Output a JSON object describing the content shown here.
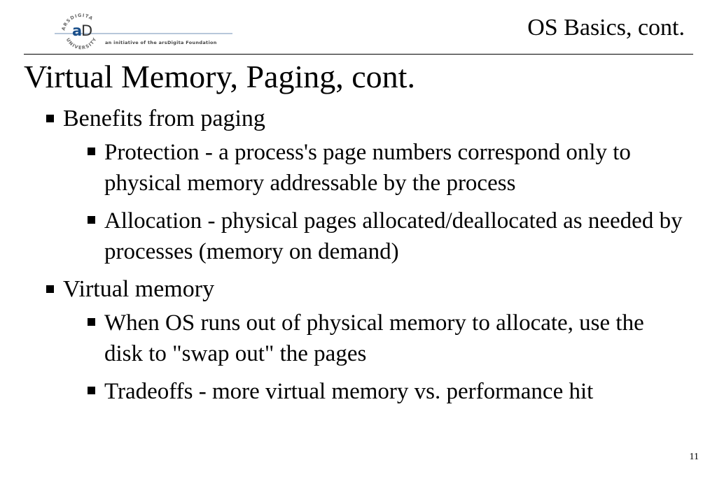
{
  "logo": {
    "mark_a": "a",
    "mark_d": "D",
    "ring_top": "ARSDIGITA",
    "ring_bottom": "UNIVERSITY",
    "tagline": "an initiative of the arsDigita Foundation",
    "accent_color": "#1a4f8a"
  },
  "header": {
    "title": "OS Basics, cont."
  },
  "slide": {
    "title": "Virtual Memory, Paging, cont.",
    "sections": [
      {
        "text": "Benefits from paging",
        "items": [
          "Protection - a process's page numbers correspond only to physical memory addressable by the process",
          "Allocation - physical pages allocated/deallocated as needed by processes (memory on demand)"
        ]
      },
      {
        "text": "Virtual memory",
        "items": [
          "When OS runs out of physical memory to allocate, use the disk to \"swap out\" the pages",
          "Tradeoffs - more virtual memory vs. performance hit"
        ]
      }
    ]
  },
  "footer": {
    "page_number": "11"
  }
}
